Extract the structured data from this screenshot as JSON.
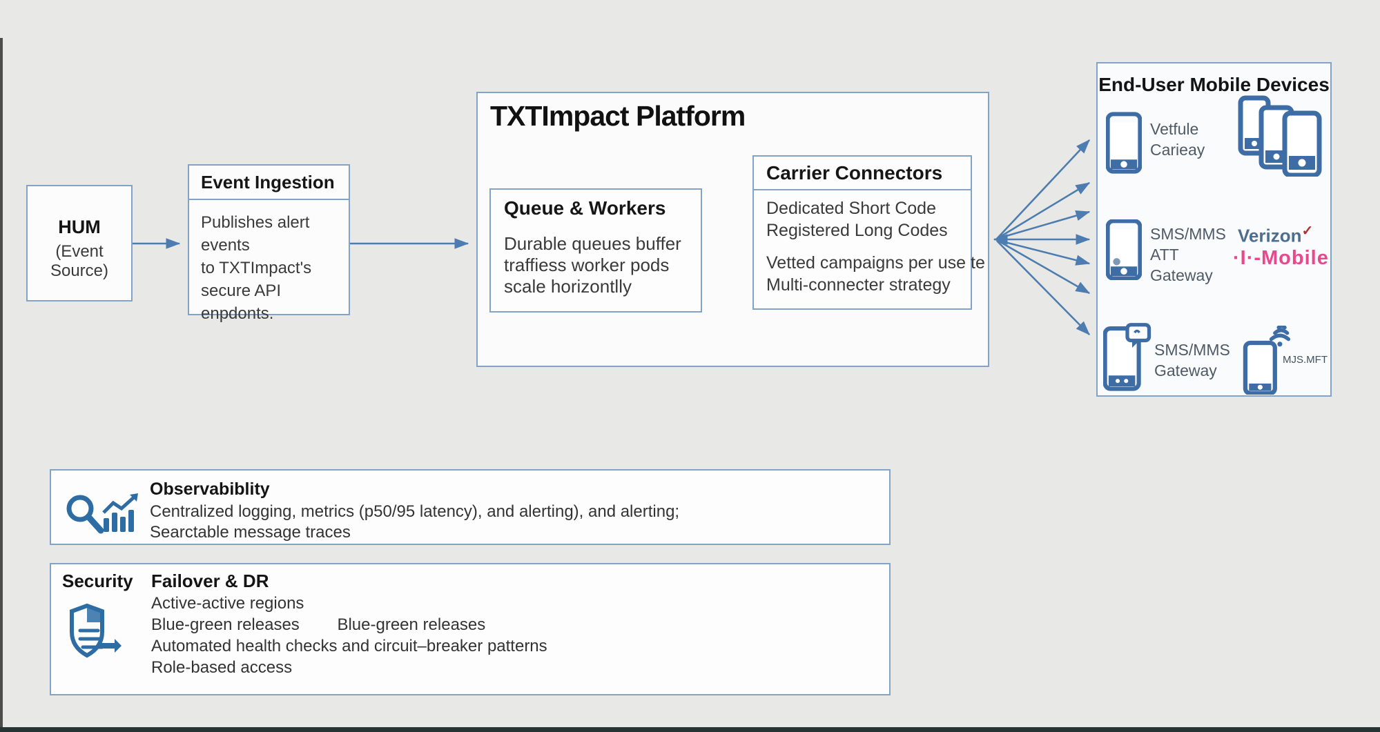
{
  "diagram": {
    "hum": {
      "title": "HUM",
      "subtitle": "(Event Source)"
    },
    "event_ingestion": {
      "title": "Event Ingestion",
      "lines": [
        "Publishes alert events",
        "to TXTImpact's",
        "secure API enpdonts."
      ]
    },
    "platform": {
      "title": "TXTImpact Platform",
      "queue_workers": {
        "title": "Queue & Workers",
        "lines": [
          "Durable queues buffer",
          "traffiess worker pods",
          "scale horizontlly"
        ]
      },
      "carrier_connectors": {
        "title": "Carrier Connectors",
        "lines": [
          "Dedicated Short Code",
          "Registered Long Codes",
          "Vetted campaigns per use te",
          "Multi-connecter strategy"
        ]
      }
    },
    "devices": {
      "title": "End-User Mobile Devices",
      "row1": {
        "label_lines": [
          "Vetfule",
          "Carieay"
        ]
      },
      "row2": {
        "label_lines": [
          "SMS/MMS",
          "ATT",
          "Gateway"
        ],
        "brand_verizon": "Verizon",
        "brand_verizon_mark": "✓",
        "brand_tmobile": "·I·-Mobile"
      },
      "row3": {
        "label_lines": [
          "SMS/MMS",
          "Gateway"
        ],
        "brand_msnft": "MJS.MFT"
      }
    },
    "observability": {
      "title": "Observabiblity",
      "line1": "Centralized logging, metrics (p50/95 latency), and alerting), and alerting;",
      "line2": "Searctable message traces"
    },
    "security": {
      "label": "Security",
      "title": "Failover & DR",
      "line1": "Active-active regions",
      "line2a": "Blue-green releases",
      "line2b": "Blue-green releases",
      "line3": "Automated health checks and circuit–breaker patterns",
      "line4": "Role-based access"
    },
    "icons": {
      "search": "magnifier-glyph",
      "metrics": "bar-chart-with-trend-arrow",
      "shield": "shield-with-arrows",
      "phone": "smartphone-outline",
      "phone_stack": "three-overlapping-smartphones",
      "phone_chat": "smartphone-with-chat-bubble",
      "phone_wifi": "smartphone-with-wifi-waves"
    },
    "colors": {
      "background": "#e8e8e6",
      "box_border_blue": "#84a2c4",
      "arrow_blue": "#4d7cb0",
      "icon_blue": "#3e6da6",
      "verizon_blue": "#4e6e8e",
      "verizon_red": "#b3312c",
      "tmobile_pink": "#e8498e",
      "bottom_bar": "#263434"
    }
  }
}
